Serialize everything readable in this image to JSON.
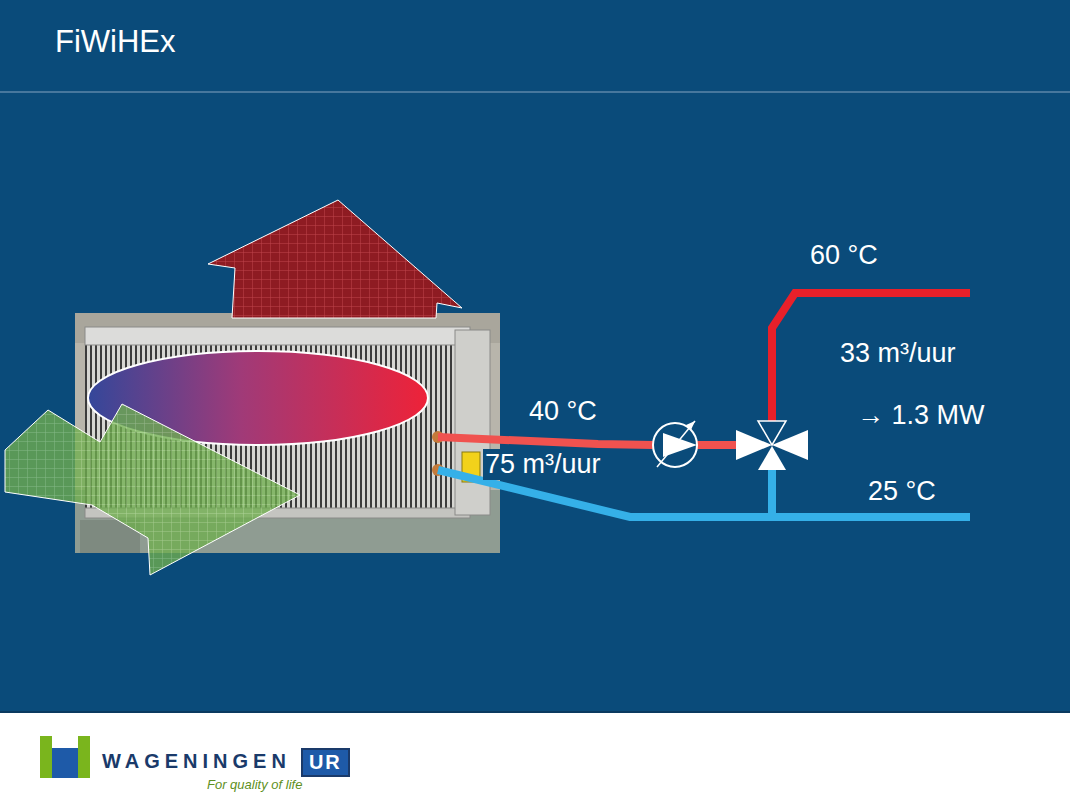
{
  "diagram": {
    "title": "FiWiHEx",
    "labels": [
      "60 °C",
      "33 m³/uur",
      "→ 1.3 MW",
      "40 °C",
      "75 m³/uur",
      "25 °C",
      "WAGENINGEN",
      "UR",
      "For quality of life"
    ]
  }
}
